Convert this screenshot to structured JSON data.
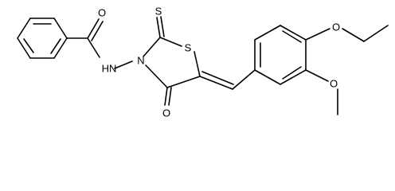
{
  "molecule": {
    "atoms": {
      "amide_oxygen": "O",
      "nh": "HN",
      "ring_nitrogen": "N",
      "ring_sulfur": "S",
      "thione_sulfur": "S",
      "keto_oxygen": "O",
      "ethoxy_oxygen": "O",
      "methoxy_oxygen": "O"
    }
  }
}
